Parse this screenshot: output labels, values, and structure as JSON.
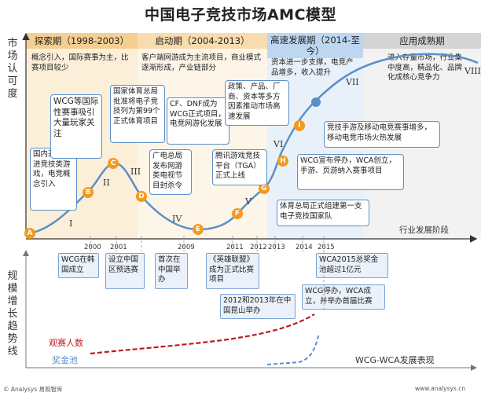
{
  "title": "中国电子竞技市场AMC模型",
  "y_axis_top": "市场认可度",
  "y_axis_bottom": "规模增长趋势线",
  "x_axis_label": "行业发展阶段",
  "bottom_legend_title": "WCG-WCA发展表现",
  "phases": [
    {
      "name": "探索期（1998-2003）",
      "desc": "概念引入，国际赛事为主，比赛项目较少",
      "color": "#f7d9a8"
    },
    {
      "name": "启动期（2004-2013）",
      "desc": "客户端网游成为主流项目，商业模式逐渐形成，产业链部分",
      "color": "#fbe9cf"
    },
    {
      "name": "高速发展期（2014-至今）",
      "desc": "资本进一步支撑，电竞产品增多，收入提升",
      "color": "#d3e5f5"
    },
    {
      "name": "应用成熟期",
      "desc": "进入存量市场，行业集中度高，精品化、品牌化成核心竞争力",
      "color": "#e3e3e3"
    }
  ],
  "points": [
    "A",
    "B",
    "C",
    "D",
    "E",
    "F",
    "G",
    "H",
    "I"
  ],
  "stages": [
    "I",
    "II",
    "III",
    "IV",
    "V",
    "VI",
    "VII",
    "VIII"
  ],
  "annotations": {
    "a": "国内开始引进竞技类游戏，电竞概念引入",
    "b": "WCG等国际性赛事吸引大量玩家关注",
    "c": "国家体育总局批准将电子竞技列为第99个正式体育项目",
    "d": "广电总局发布网游类电视节目封杀令",
    "cf": "CF、DNF成为WCG正式项目，电竞网游化发展",
    "f": "腾讯游戏竞技平台（TGA）正式上线",
    "prod": "政策、产品、厂商、资本等多方因素推动市场高速发展",
    "i": "竞技手游及移动电竞赛事增多，移动电竞市场火热发展",
    "h": "WCG宣布停办，WCA创立，手游、页游纳入赛事项目",
    "g": "体育总局正式组建第一支电子竞技国家队"
  },
  "years": [
    "2000",
    "2001",
    "2009",
    "2011",
    "2012",
    "2013",
    "2014",
    "2015"
  ],
  "events": {
    "e2000": "WCG在韩国成立",
    "e2001": "设立中国区预选赛",
    "e2009": "首次在中国举办",
    "e2011": "《英雄联盟》成为正式比赛项目",
    "e2013": "2012和2013年在中国昆山举办",
    "e2014": "WCG停办，WCA成立，并举办首届比赛",
    "e2015": "WCA2015总奖金池超过1亿元"
  },
  "legend": {
    "audience": "观赛人数",
    "prize": "奖金池",
    "audience_color": "#c0191c",
    "prize_color": "#5b8fc9"
  },
  "footer_left": "© Analysys 易观智库",
  "footer_right": "www.analysys.cn"
}
